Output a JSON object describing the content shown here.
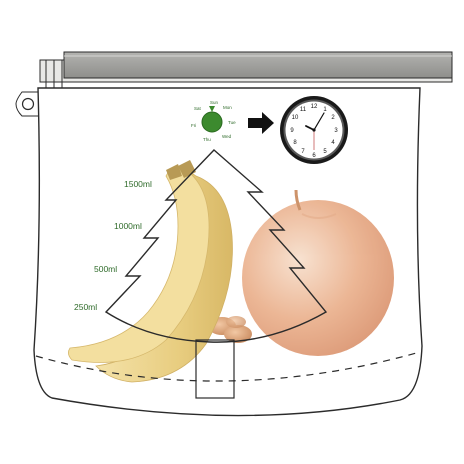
{
  "colors": {
    "bag_outline": "#2b2b2b",
    "header_bar": "#9a9a98",
    "dial_green": "#3c8a2e",
    "label_green": "#2f6b2a",
    "banana": "#e8cf84",
    "apple": "#e9b28f"
  },
  "volume_marks": [
    "1500ml",
    "1000ml",
    "500ml",
    "250ml"
  ],
  "date_dial": {
    "days": [
      "Sun",
      "Mon",
      "Tue",
      "Wed",
      "Thu",
      "Fri",
      "Sat"
    ]
  },
  "icons": {
    "arrow": "arrow-right-icon",
    "clock": "wall-clock-icon",
    "hanger": "hanging-hole-icon"
  }
}
